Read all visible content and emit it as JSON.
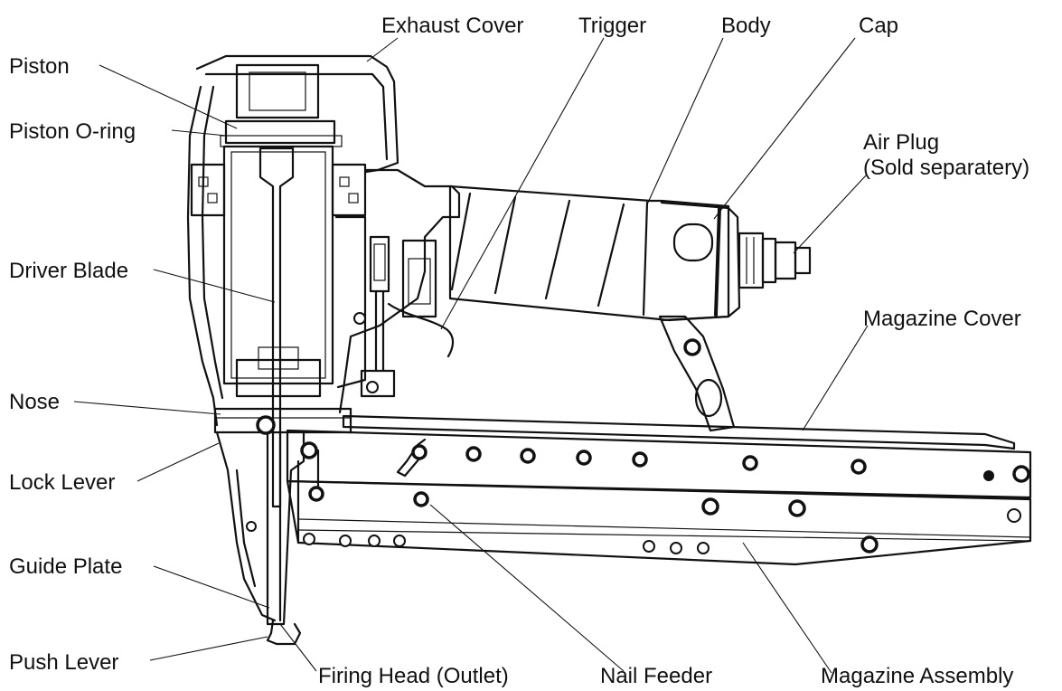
{
  "labels": {
    "piston": "Piston",
    "piston_oring": "Piston O-ring",
    "driver_blade": "Driver Blade",
    "nose": "Nose",
    "lock_lever": "Lock Lever",
    "guide_plate": "Guide Plate",
    "push_lever": "Push Lever",
    "exhaust_cover": "Exhaust Cover",
    "trigger": "Trigger",
    "body": "Body",
    "cap": "Cap",
    "air_plug_line1": "Air Plug",
    "air_plug_line2": "(Sold separatery)",
    "magazine_cover": "Magazine Cover",
    "firing_head": "Firing Head (Outlet)",
    "nail_feeder": "Nail Feeder",
    "magazine_assembly": "Magazine Assembly"
  }
}
